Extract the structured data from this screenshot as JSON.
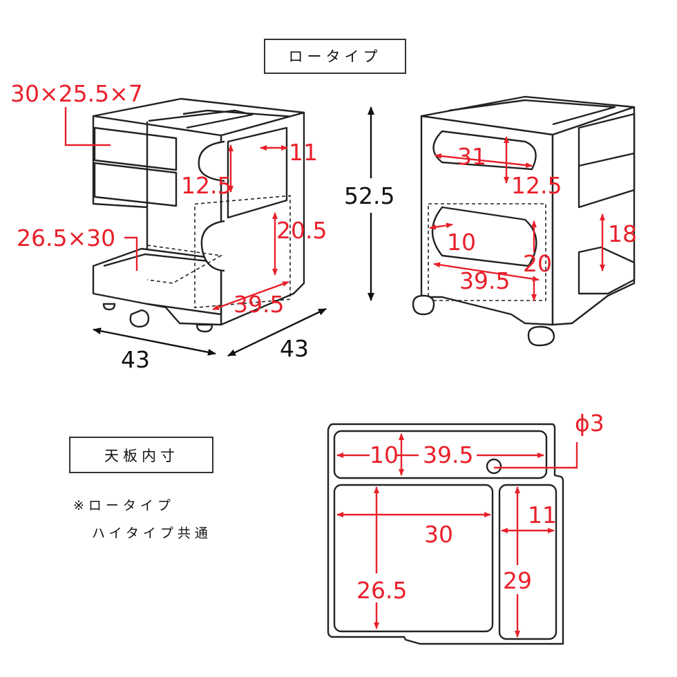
{
  "low_type_label": "ロータイプ",
  "top_inner_label": "天板内寸",
  "note_line1": "※ロータイプ",
  "note_line2": "ハイタイプ共通",
  "left_view": {
    "drawer_size": "30×25.5×7",
    "tray_size": "26.5×30",
    "width": "43",
    "depth": "43",
    "open_width": "11",
    "open_height": "12.5",
    "lower_height": "20.5",
    "lower_depth": "39.5"
  },
  "height": "52.5",
  "right_view": {
    "upper_width": "31",
    "upper_height": "12.5",
    "lower_width": "10",
    "lower_height": "20",
    "lower_depth": "39.5",
    "side_height": "18"
  },
  "top_plate": {
    "slot_width": "10",
    "slot_length": "39.5",
    "hole_diameter": "ϕ3",
    "main_width": "30",
    "main_depth": "26.5",
    "side_width": "11",
    "side_depth": "29"
  },
  "colors": {
    "dimension": "#e8202a",
    "line": "#222222"
  }
}
